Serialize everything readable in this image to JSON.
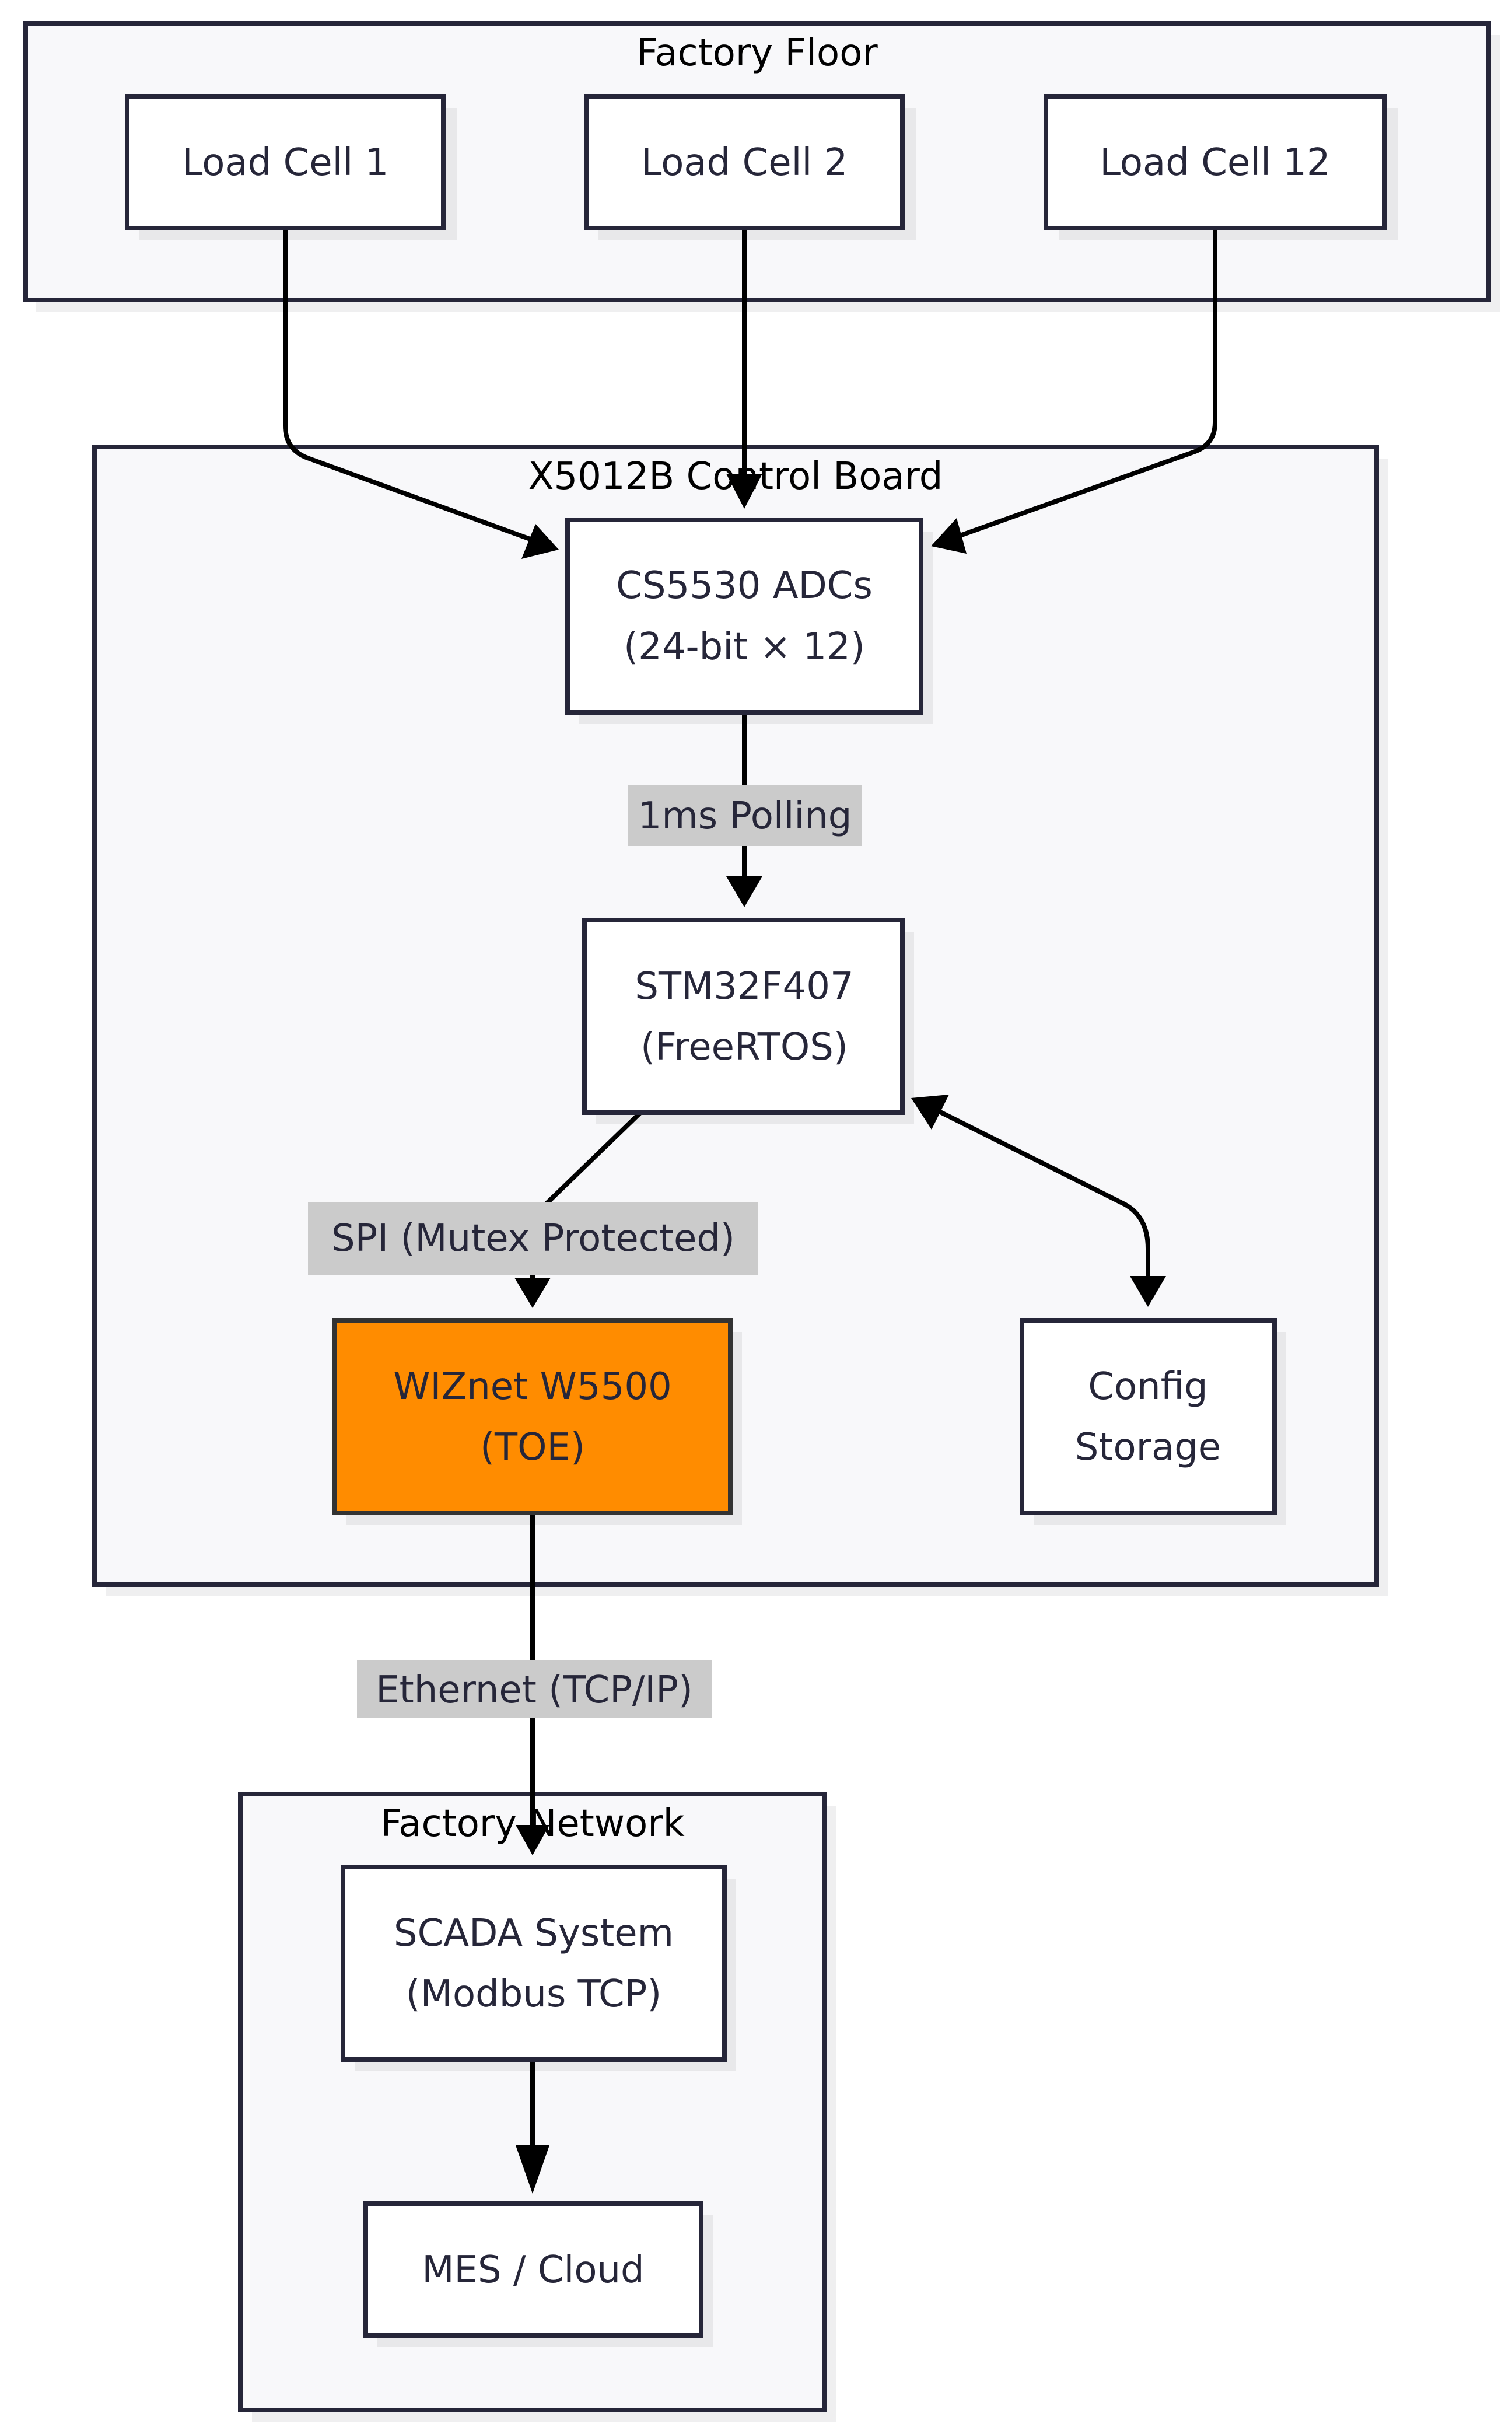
{
  "diagram": {
    "type": "flowchart",
    "colors": {
      "node_stroke": "#262639",
      "cluster_fill": "#f8f8fa",
      "highlight_fill": "#ff8c00",
      "edge_color": "#000000",
      "edge_label_bg": "#cbcbcb",
      "text_color": "#262639"
    },
    "clusters": {
      "factory_floor": {
        "title": "Factory Floor"
      },
      "control_board": {
        "title": "X5012B Control Board"
      },
      "factory_network": {
        "title": "Factory Network"
      }
    },
    "nodes": {
      "load_cell_1": {
        "lines": [
          "Load Cell 1"
        ]
      },
      "load_cell_2": {
        "lines": [
          "Load Cell 2"
        ]
      },
      "load_cell_12": {
        "lines": [
          "Load Cell 12"
        ]
      },
      "adcs": {
        "lines": [
          "CS5530 ADCs",
          "(24-bit × 12)"
        ]
      },
      "mcu": {
        "lines": [
          "STM32F407",
          "(FreeRTOS)"
        ]
      },
      "ethernet_chip": {
        "lines": [
          "WIZnet W5500",
          "(TOE)"
        ],
        "highlighted": true
      },
      "config_storage": {
        "lines": [
          "Config",
          "Storage"
        ]
      },
      "scada": {
        "lines": [
          "SCADA System",
          "(Modbus TCP)"
        ]
      },
      "mes": {
        "lines": [
          "MES / Cloud"
        ]
      }
    },
    "edges": [
      {
        "from": "load_cell_1",
        "to": "adcs",
        "label": "",
        "direction": "forward"
      },
      {
        "from": "load_cell_2",
        "to": "adcs",
        "label": "",
        "direction": "forward"
      },
      {
        "from": "load_cell_12",
        "to": "adcs",
        "label": "",
        "direction": "forward"
      },
      {
        "from": "adcs",
        "to": "mcu",
        "label": "1ms Polling",
        "direction": "forward"
      },
      {
        "from": "mcu",
        "to": "ethernet_chip",
        "label": "SPI (Mutex Protected)",
        "direction": "forward"
      },
      {
        "from": "mcu",
        "to": "config_storage",
        "label": "",
        "direction": "both"
      },
      {
        "from": "ethernet_chip",
        "to": "scada",
        "label": "Ethernet (TCP/IP)",
        "direction": "forward"
      },
      {
        "from": "scada",
        "to": "mes",
        "label": "",
        "direction": "forward"
      }
    ],
    "edge_labels": {
      "adcs_to_mcu": "1ms Polling",
      "mcu_to_ethernet_chip": "SPI (Mutex Protected)",
      "ethernet_chip_to_scada": "Ethernet (TCP/IP)"
    }
  }
}
